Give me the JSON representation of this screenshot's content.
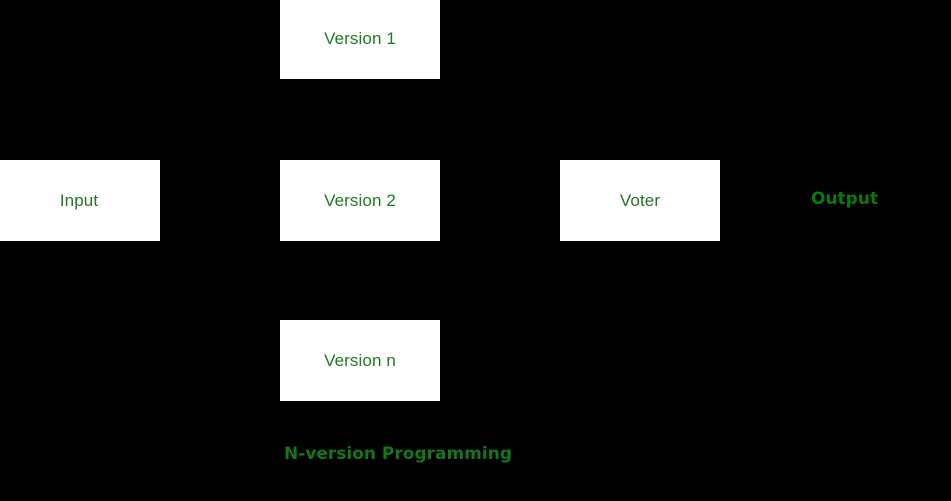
{
  "diagram": {
    "title": "N-version Programming",
    "background_color": "#000000",
    "node_fill_color": "#ffffff",
    "node_text_color": "#1f7a1f",
    "caption_color": "#13761a",
    "output_label_color": "#0b7a0b",
    "nodes": [
      {
        "id": "input",
        "label": "Input"
      },
      {
        "id": "version1",
        "label": "Version 1"
      },
      {
        "id": "version2",
        "label": "Version 2"
      },
      {
        "id": "versionn",
        "label": "Version n"
      },
      {
        "id": "voter",
        "label": "Voter"
      }
    ],
    "free_labels": [
      {
        "id": "output",
        "label": "Output"
      }
    ],
    "caption": "N-version Programming"
  }
}
